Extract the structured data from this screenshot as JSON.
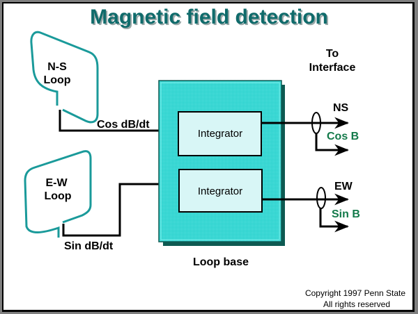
{
  "title": "Magnetic field detection",
  "loops": {
    "ns": {
      "line1": "N-S",
      "line2": "Loop",
      "signal": "Cos dB/dt"
    },
    "ew": {
      "line1": "E-W",
      "line2": "Loop",
      "signal": "Sin dB/dt"
    }
  },
  "integrators": [
    "Integrator",
    "Integrator"
  ],
  "loop_base_label": "Loop base",
  "interface": {
    "line1": "To",
    "line2": "Interface"
  },
  "outputs": {
    "ns": {
      "label": "NS",
      "value": "Cos B"
    },
    "ew": {
      "label": "EW",
      "value": "Sin B"
    }
  },
  "copyright": {
    "line1": "Copyright 1997 Penn State",
    "line2": "All rights reserved"
  },
  "colors": {
    "title": "#0f6b6b",
    "loop_stroke": "#1a9a9a",
    "base_fill": "#2ed3cf",
    "base_shadow": "#0e5a52",
    "integrator_fill": "#d8f6f6",
    "output_value": "#137a4a"
  }
}
